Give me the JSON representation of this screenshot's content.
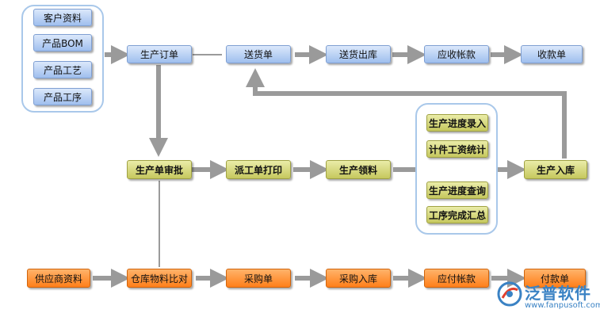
{
  "diagram": {
    "customer_master": "客户资料",
    "product_bom": "产品BOM",
    "product_process": "产品工艺",
    "product_procedure": "产品工序",
    "production_order": "生产订单",
    "delivery_order": "送货单",
    "delivery_outbound": "送货出库",
    "receivable": "应收帐款",
    "receipt": "收款单",
    "order_review": "生产单审批",
    "dispatch_print": "派工单打印",
    "material_issue": "生产领料",
    "progress_entry": "生产进度录入",
    "piece_wage_stats": "计件工资统计",
    "progress_query": "生产进度查询",
    "procedure_summary": "工序完成汇总",
    "production_inbound": "生产入库",
    "supplier_master": "供应商资料",
    "stock_compare": "仓库物料比对",
    "purchase_order": "采购单",
    "purchase_inbound": "采购入库",
    "payable": "应付帐款",
    "payment": "付款单"
  },
  "watermark": {
    "brand": "泛普软件",
    "url": "www.fanpusoft.com"
  },
  "colors": {
    "blue_node": "#b5cdf2",
    "olive_node": "#d9db85",
    "orange_node": "#ff9540",
    "arrow": "#9a9a9a",
    "frame": "#a9c8ea"
  }
}
